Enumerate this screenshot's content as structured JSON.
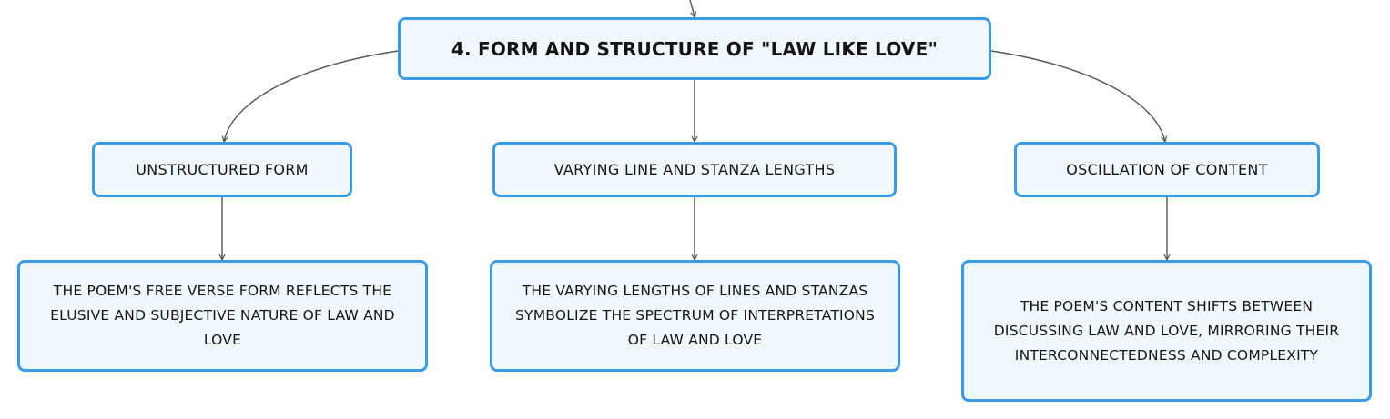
{
  "root": {
    "label": "4. FORM AND STRUCTURE OF \"LAW LIKE LOVE\""
  },
  "branches": [
    {
      "label": "UNSTRUCTURED FORM",
      "detail": "THE POEM'S FREE VERSE FORM REFLECTS THE ELUSIVE AND SUBJECTIVE NATURE OF LAW AND LOVE"
    },
    {
      "label": "VARYING LINE AND STANZA LENGTHS",
      "detail": "THE VARYING LENGTHS OF LINES AND STANZAS SYMBOLIZE THE SPECTRUM OF INTERPRETATIONS OF LAW AND LOVE"
    },
    {
      "label": "OSCILLATION OF CONTENT",
      "detail": "THE POEM'S CONTENT SHIFTS BETWEEN DISCUSSING LAW AND LOVE, MIRRORING THEIR INTERCONNECTEDNESS AND COMPLEXITY"
    }
  ],
  "colors": {
    "node_border": "#3b9ae1",
    "node_fill": "#f1f8fd",
    "connector": "#555555",
    "text": "#141414"
  }
}
